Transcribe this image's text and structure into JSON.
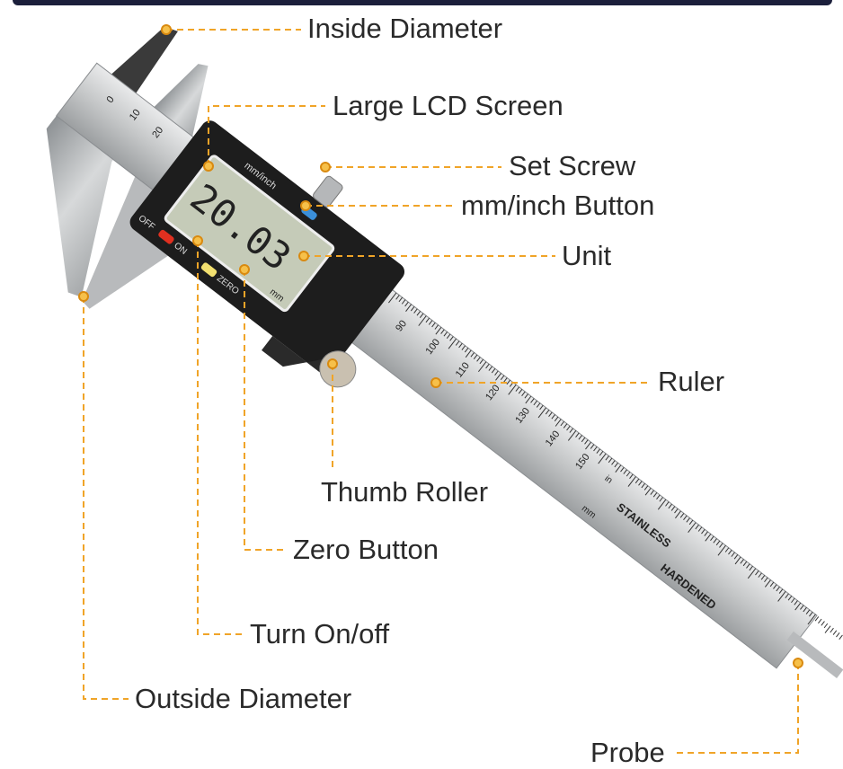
{
  "colors": {
    "leader": "#f0a428",
    "label": "#2a2a2a",
    "top_bar": "#1b1f3b",
    "steel": "#c9cbcc",
    "body": "#1d1d1d",
    "lcd": "#c5cbb8"
  },
  "labels": {
    "inside_diameter": "Inside Diameter",
    "lcd_screen": "Large LCD Screen",
    "set_screw": "Set Screw",
    "mm_inch_button": "mm/inch Button",
    "unit": "Unit",
    "ruler": "Ruler",
    "thumb_roller": "Thumb Roller",
    "zero_button": "Zero Button",
    "turn_on_off": "Turn On/off",
    "outside_diameter": "Outside Diameter",
    "probe": "Probe"
  },
  "device": {
    "reading": "20.03",
    "unit_text": "mm",
    "mode_text": "mm/inch",
    "off_text": "OFF",
    "on_text": "ON",
    "zero_text": "ZERO",
    "beam_text_1": "STAINLESS",
    "beam_text_2": "HARDENED",
    "scale_mm": "mm",
    "scale_in": "in",
    "ruler_numbers": [
      "90",
      "100",
      "110",
      "120",
      "130",
      "140",
      "150"
    ],
    "top_scale_numbers": [
      "0",
      "10",
      "20"
    ]
  }
}
